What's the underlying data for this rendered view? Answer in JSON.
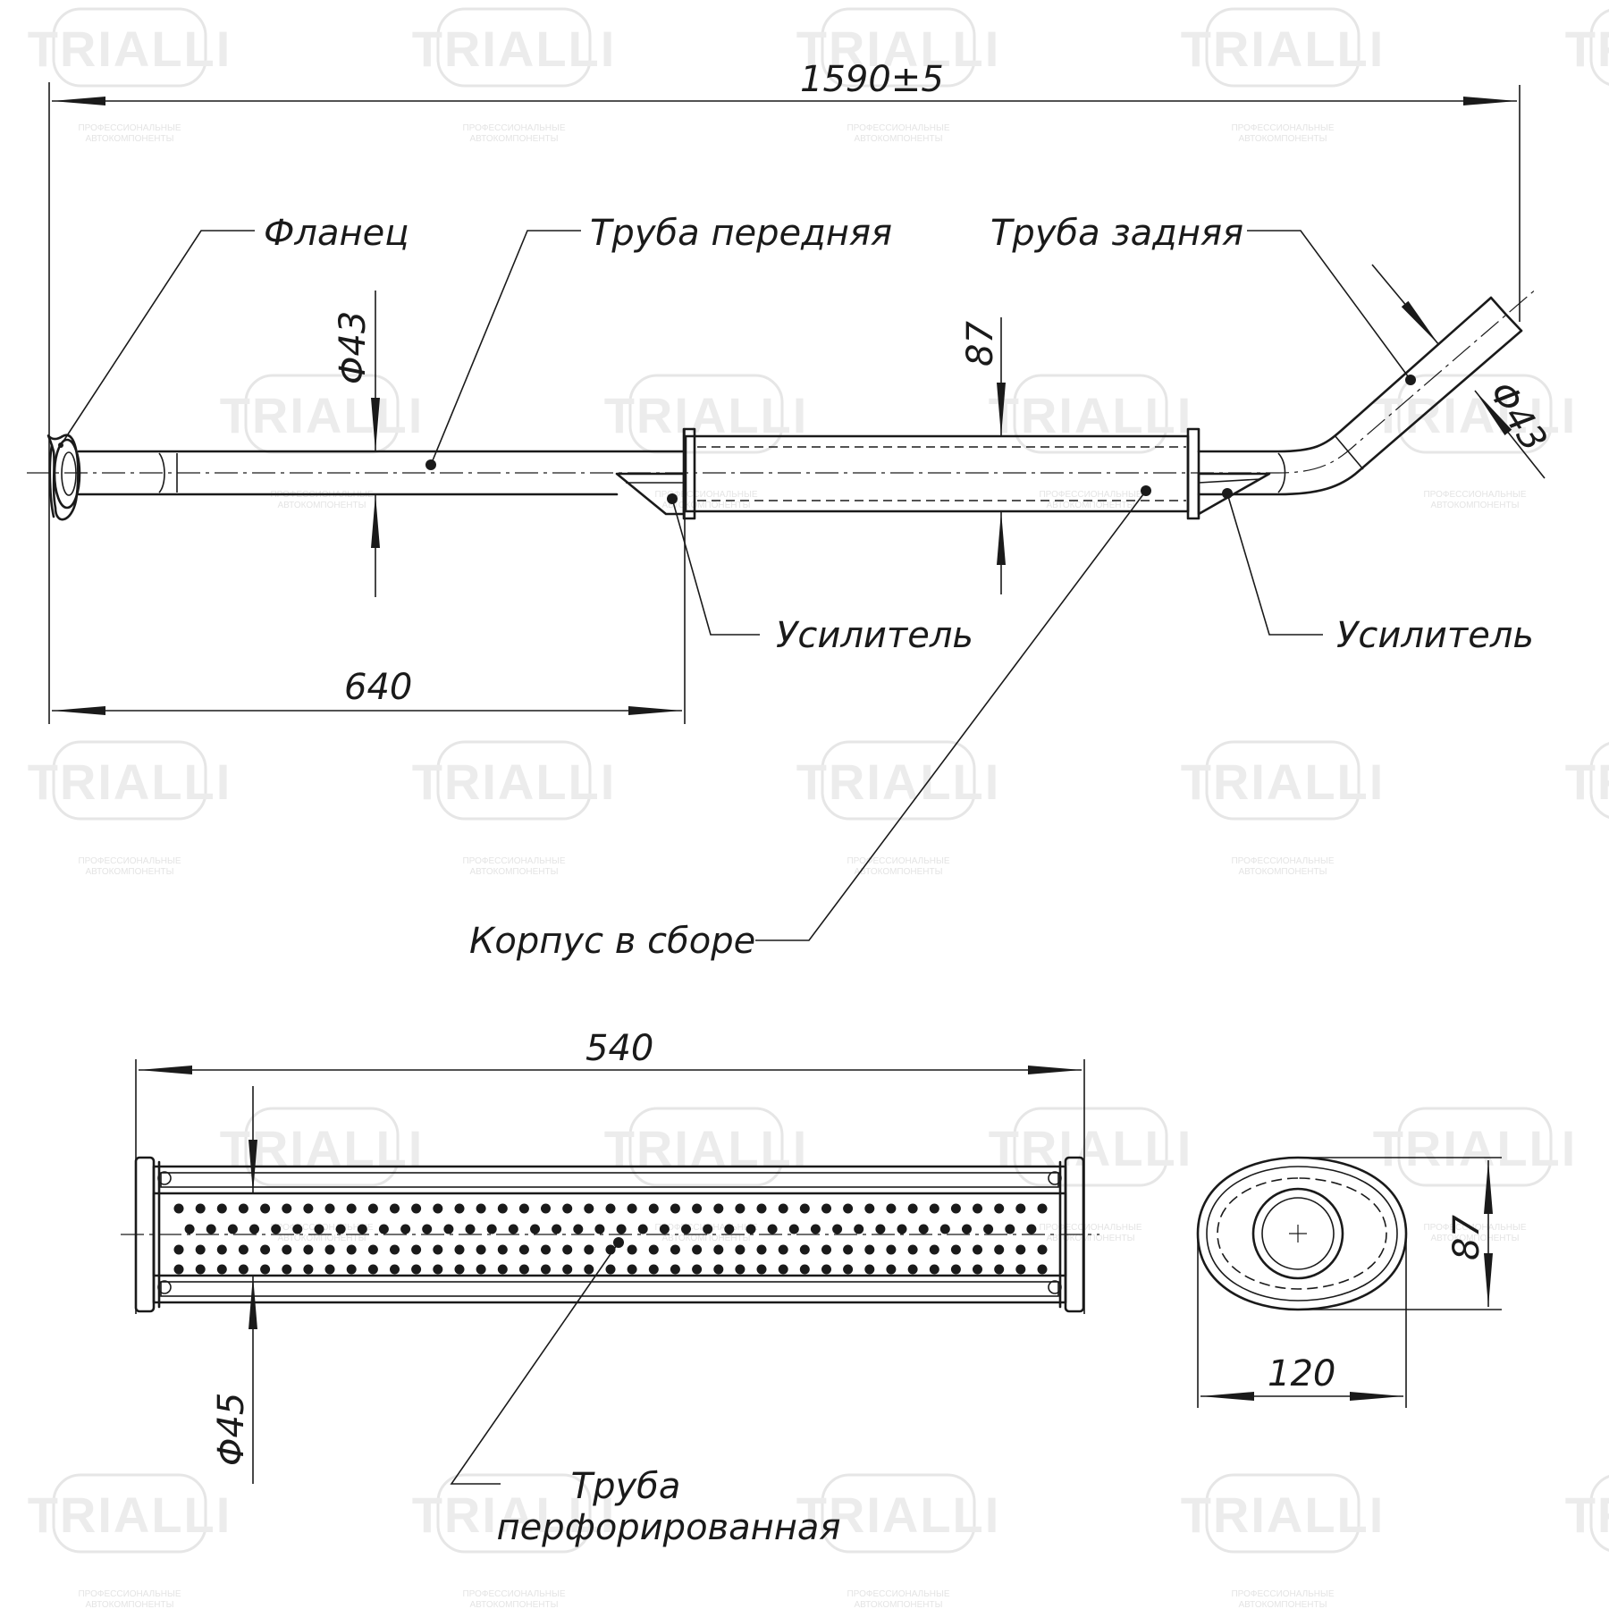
{
  "watermark": {
    "logo_text": "TRIALLI",
    "sub_line_1": "ПРОФЕССИОНАЛЬНЫЕ",
    "sub_line_2": "АВТОКОМПОНЕНТЫ"
  },
  "labels": {
    "flange": "Фланец",
    "front_pipe": "Труба передняя",
    "rear_pipe": "Труба задняя",
    "reinforcement_left": "Усилитель",
    "reinforcement_right": "Усилитель",
    "housing": "Корпус в сборе",
    "perforated_line1": "Труба",
    "perforated_line2": "перфорированная"
  },
  "dimensions": {
    "overall_length": "1590±5",
    "front_length": "640",
    "front_pipe_diameter": "Φ43",
    "rear_pipe_diameter": "Φ43",
    "body_height_top": "87",
    "body_length": "540",
    "perforated_diameter": "Φ45",
    "section_height": "87",
    "section_width": "120"
  }
}
